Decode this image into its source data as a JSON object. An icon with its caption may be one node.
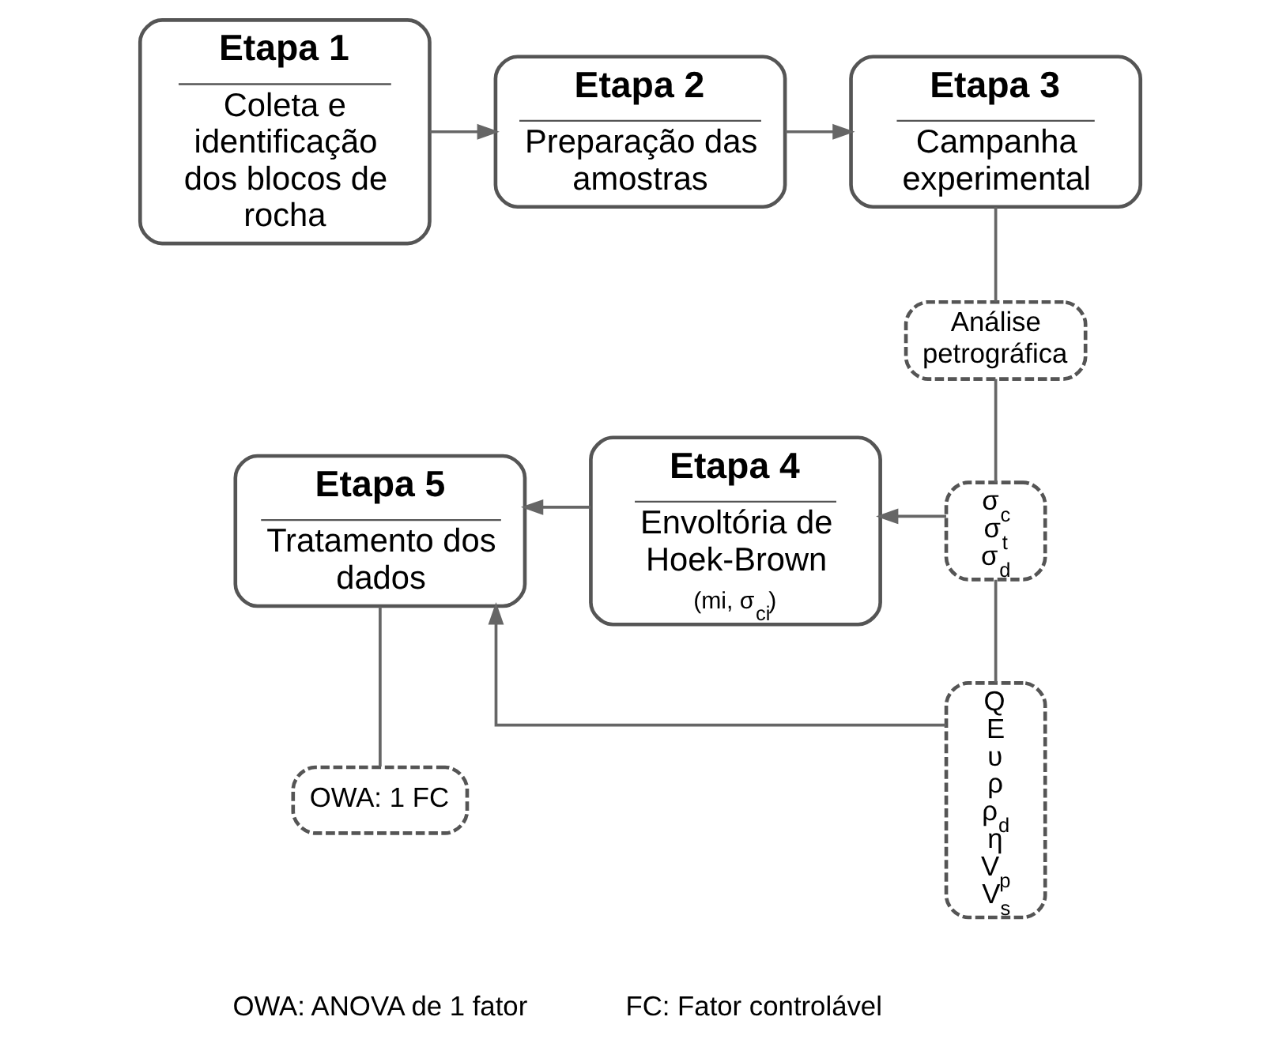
{
  "diagram": {
    "nodes": [
      {
        "text": [
          "Etapa 1",
          "Coleta e identificação dos blocos de rocha"
        ]
      },
      {
        "text": [
          "Etapa 2",
          "Preparação das amostras"
        ]
      },
      {
        "text": [
          "Etapa 3",
          "Campanha experimental"
        ]
      },
      {
        "text": [
          "Análise petrográfica"
        ]
      },
      {
        "text": [
          "σ$_{c}$ σ$_{t}$ σ$_{d}$"
        ]
      },
      {
        "text": [
          "Etapa 4",
          "Envoltória de Hoek-Brown",
          "(mi, σ$_{ci}$)"
        ]
      },
      {
        "text": [
          "Q E υ ρ ρ$_{d}$ η V$_{p}$ V$_{s}$"
        ]
      },
      {
        "text": [
          "Etapa 5",
          "Tratamento dos dados"
        ]
      },
      {
        "text": [
          "OWA: 1 FC"
        ]
      }
    ],
    "edges": [
      {
        "from": 0,
        "to": 1,
        "arrow": "to"
      },
      {
        "from": 1,
        "to": 2,
        "arrow": "to"
      },
      {
        "from": 2,
        "to": 3,
        "arrow": "none"
      },
      {
        "from": 3,
        "to": 4,
        "arrow": "none"
      },
      {
        "from": 4,
        "to": 5,
        "arrow": "to"
      },
      {
        "from": 4,
        "to": 6,
        "arrow": "none"
      },
      {
        "from": 5,
        "to": 7,
        "arrow": "to"
      },
      {
        "from": 6,
        "to": 7,
        "arrow": "to"
      },
      {
        "from": 7,
        "to": 8,
        "arrow": "none"
      }
    ],
    "labels": [
      "OWA: ANOVA de 1 fator",
      "FC: Fator controlável"
    ]
  }
}
